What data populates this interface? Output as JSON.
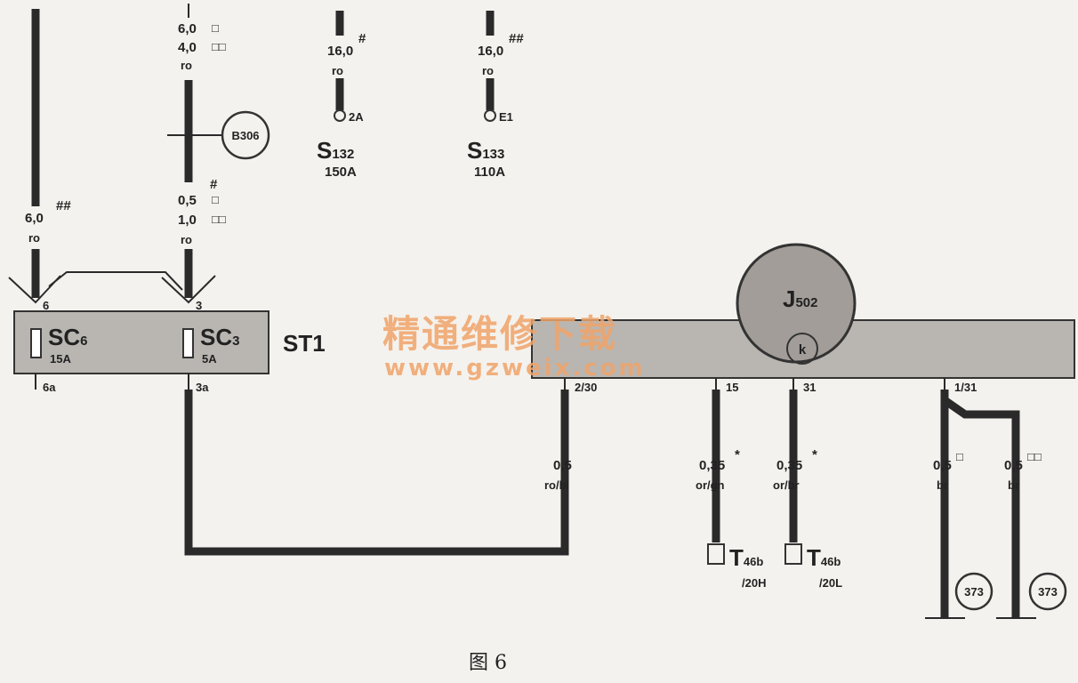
{
  "caption": "图 6",
  "watermark": {
    "title": "精通维修下载",
    "url": "www.gzweix.com"
  },
  "top_wires": {
    "w1": {
      "l1": "6,0",
      "l2": "4,0",
      "color": "ro"
    },
    "s132": {
      "gauge": "16,0",
      "mark": "#",
      "color": "ro",
      "terminal": "2A",
      "name_main": "S",
      "name_sub": "132",
      "rating": "150A"
    },
    "s133": {
      "gauge": "16,0",
      "mark": "##",
      "color": "ro",
      "terminal": "E1",
      "name_main": "S",
      "name_sub": "133",
      "rating": "110A"
    }
  },
  "left_wire": {
    "gauge": "6,0",
    "mark": "##",
    "color": "ro"
  },
  "mid_wire": {
    "l1": "0,5",
    "mark": "#",
    "l2": "1,0",
    "color": "ro"
  },
  "connector_b306": "B306",
  "fuse_box": {
    "name": "ST1",
    "sc6": {
      "main": "SC",
      "sub": "6",
      "rating": "15A",
      "pin_in": "6",
      "pin_out": "6a"
    },
    "sc3": {
      "main": "SC",
      "sub": "3",
      "rating": "5A",
      "pin_in": "3",
      "pin_out": "3a"
    }
  },
  "module": {
    "main": "J",
    "sub": "502",
    "ground_symbol": "k"
  },
  "pins": {
    "p230": {
      "pin": "2/30",
      "gauge": "0,5",
      "color": "ro/bl"
    },
    "p15": {
      "pin": "15",
      "gauge": "0,35",
      "mark": "*",
      "color": "or/gn",
      "conn": "T",
      "conn_sub": "46b",
      "conn_pin": "/20H"
    },
    "p31": {
      "pin": "31",
      "gauge": "0,35",
      "mark": "*",
      "color": "or/br",
      "conn": "T",
      "conn_sub": "46b",
      "conn_pin": "/20L"
    },
    "p131": {
      "pin": "1/31",
      "g1": "0,5",
      "c1": "br",
      "g2": "0,5",
      "c2": "br",
      "ground1": "373",
      "ground2": "373"
    }
  }
}
